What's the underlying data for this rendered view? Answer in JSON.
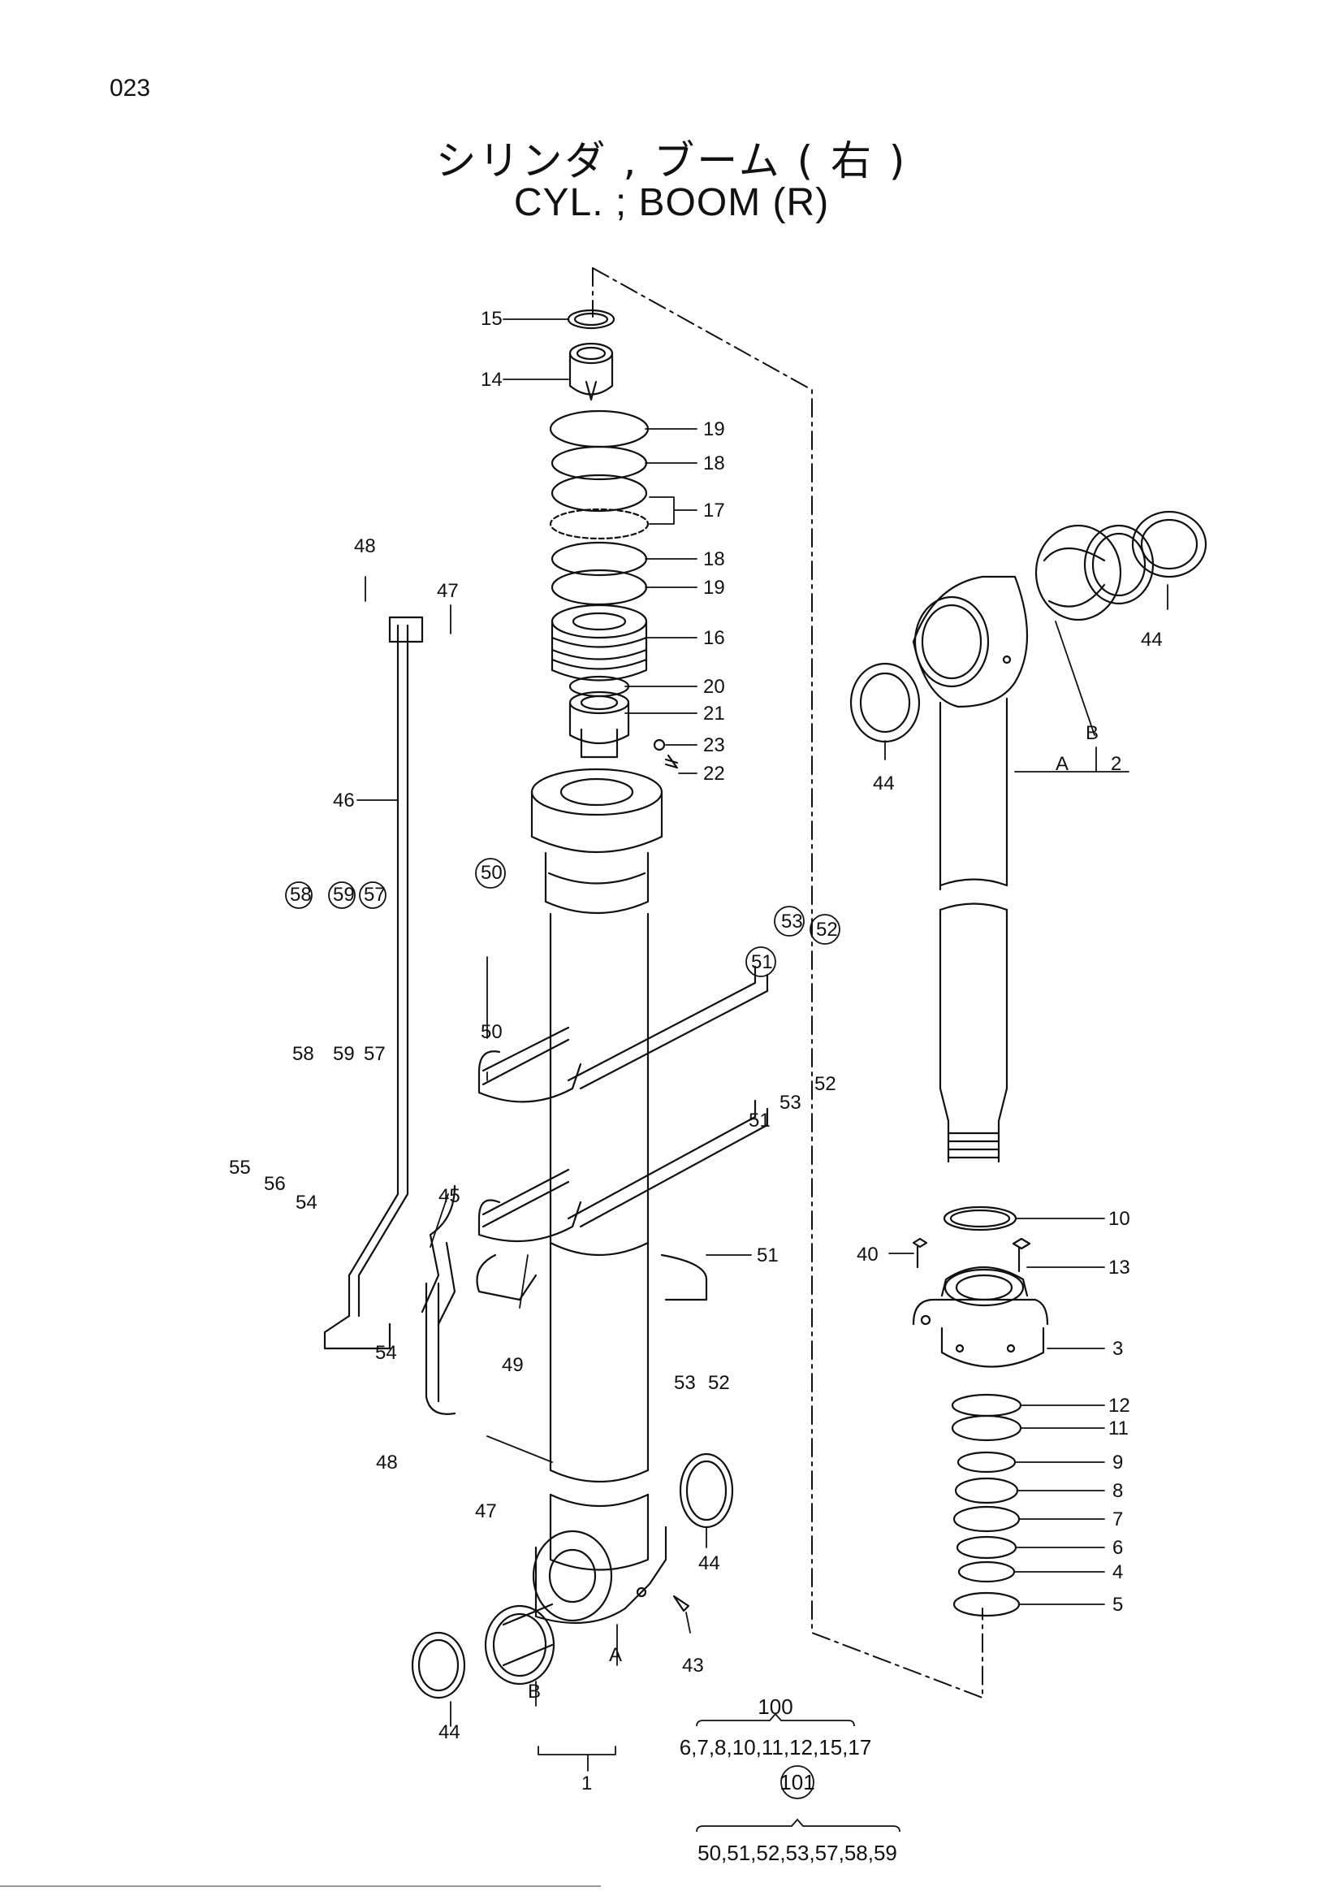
{
  "page": {
    "page_number": "023",
    "title_jp": "シリンダ , ブーム ( 右 )",
    "title_en": "CYL. ; BOOM (R)"
  },
  "diagram": {
    "labels": {
      "p1": "1",
      "p2": "2",
      "p3": "3",
      "p4": "4",
      "p5": "5",
      "p6": "6",
      "p7": "7",
      "p8": "8",
      "p9": "9",
      "p10": "10",
      "p11": "11",
      "p12": "12",
      "p13": "13",
      "p14": "14",
      "p15": "15",
      "p16": "16",
      "p17": "17",
      "p18a": "18",
      "p18b": "18",
      "p19a": "19",
      "p19b": "19",
      "p20": "20",
      "p21": "21",
      "p22": "22",
      "p23": "23",
      "p40": "40",
      "p43": "43",
      "p44a": "44",
      "p44b": "44",
      "p44c": "44",
      "p44d": "44",
      "p45": "45",
      "p46": "46",
      "p47a": "47",
      "p47b": "47",
      "p48a": "48",
      "p48b": "48",
      "p49": "49",
      "p50a": "50",
      "p50b": "50",
      "p51a": "51",
      "p51b": "51",
      "p51c": "51",
      "p52a": "52",
      "p52b": "52",
      "p52c": "52",
      "p53a": "53",
      "p53b": "53",
      "p53c": "53",
      "p54a": "54",
      "p54b": "54",
      "p55": "55",
      "p56": "56",
      "p57a": "57",
      "p57b": "57",
      "p58a": "58",
      "p58b": "58",
      "p59a": "59",
      "p59b": "59",
      "pA1": "A",
      "pA2": "A",
      "pB1": "B",
      "pB2": "B"
    },
    "kits": {
      "kit100_number": "100",
      "kit100_parts": "6,7,8,10,11,12,15,17",
      "kit101_number": "101",
      "kit101_parts": "50,51,52,53,57,58,59"
    }
  }
}
